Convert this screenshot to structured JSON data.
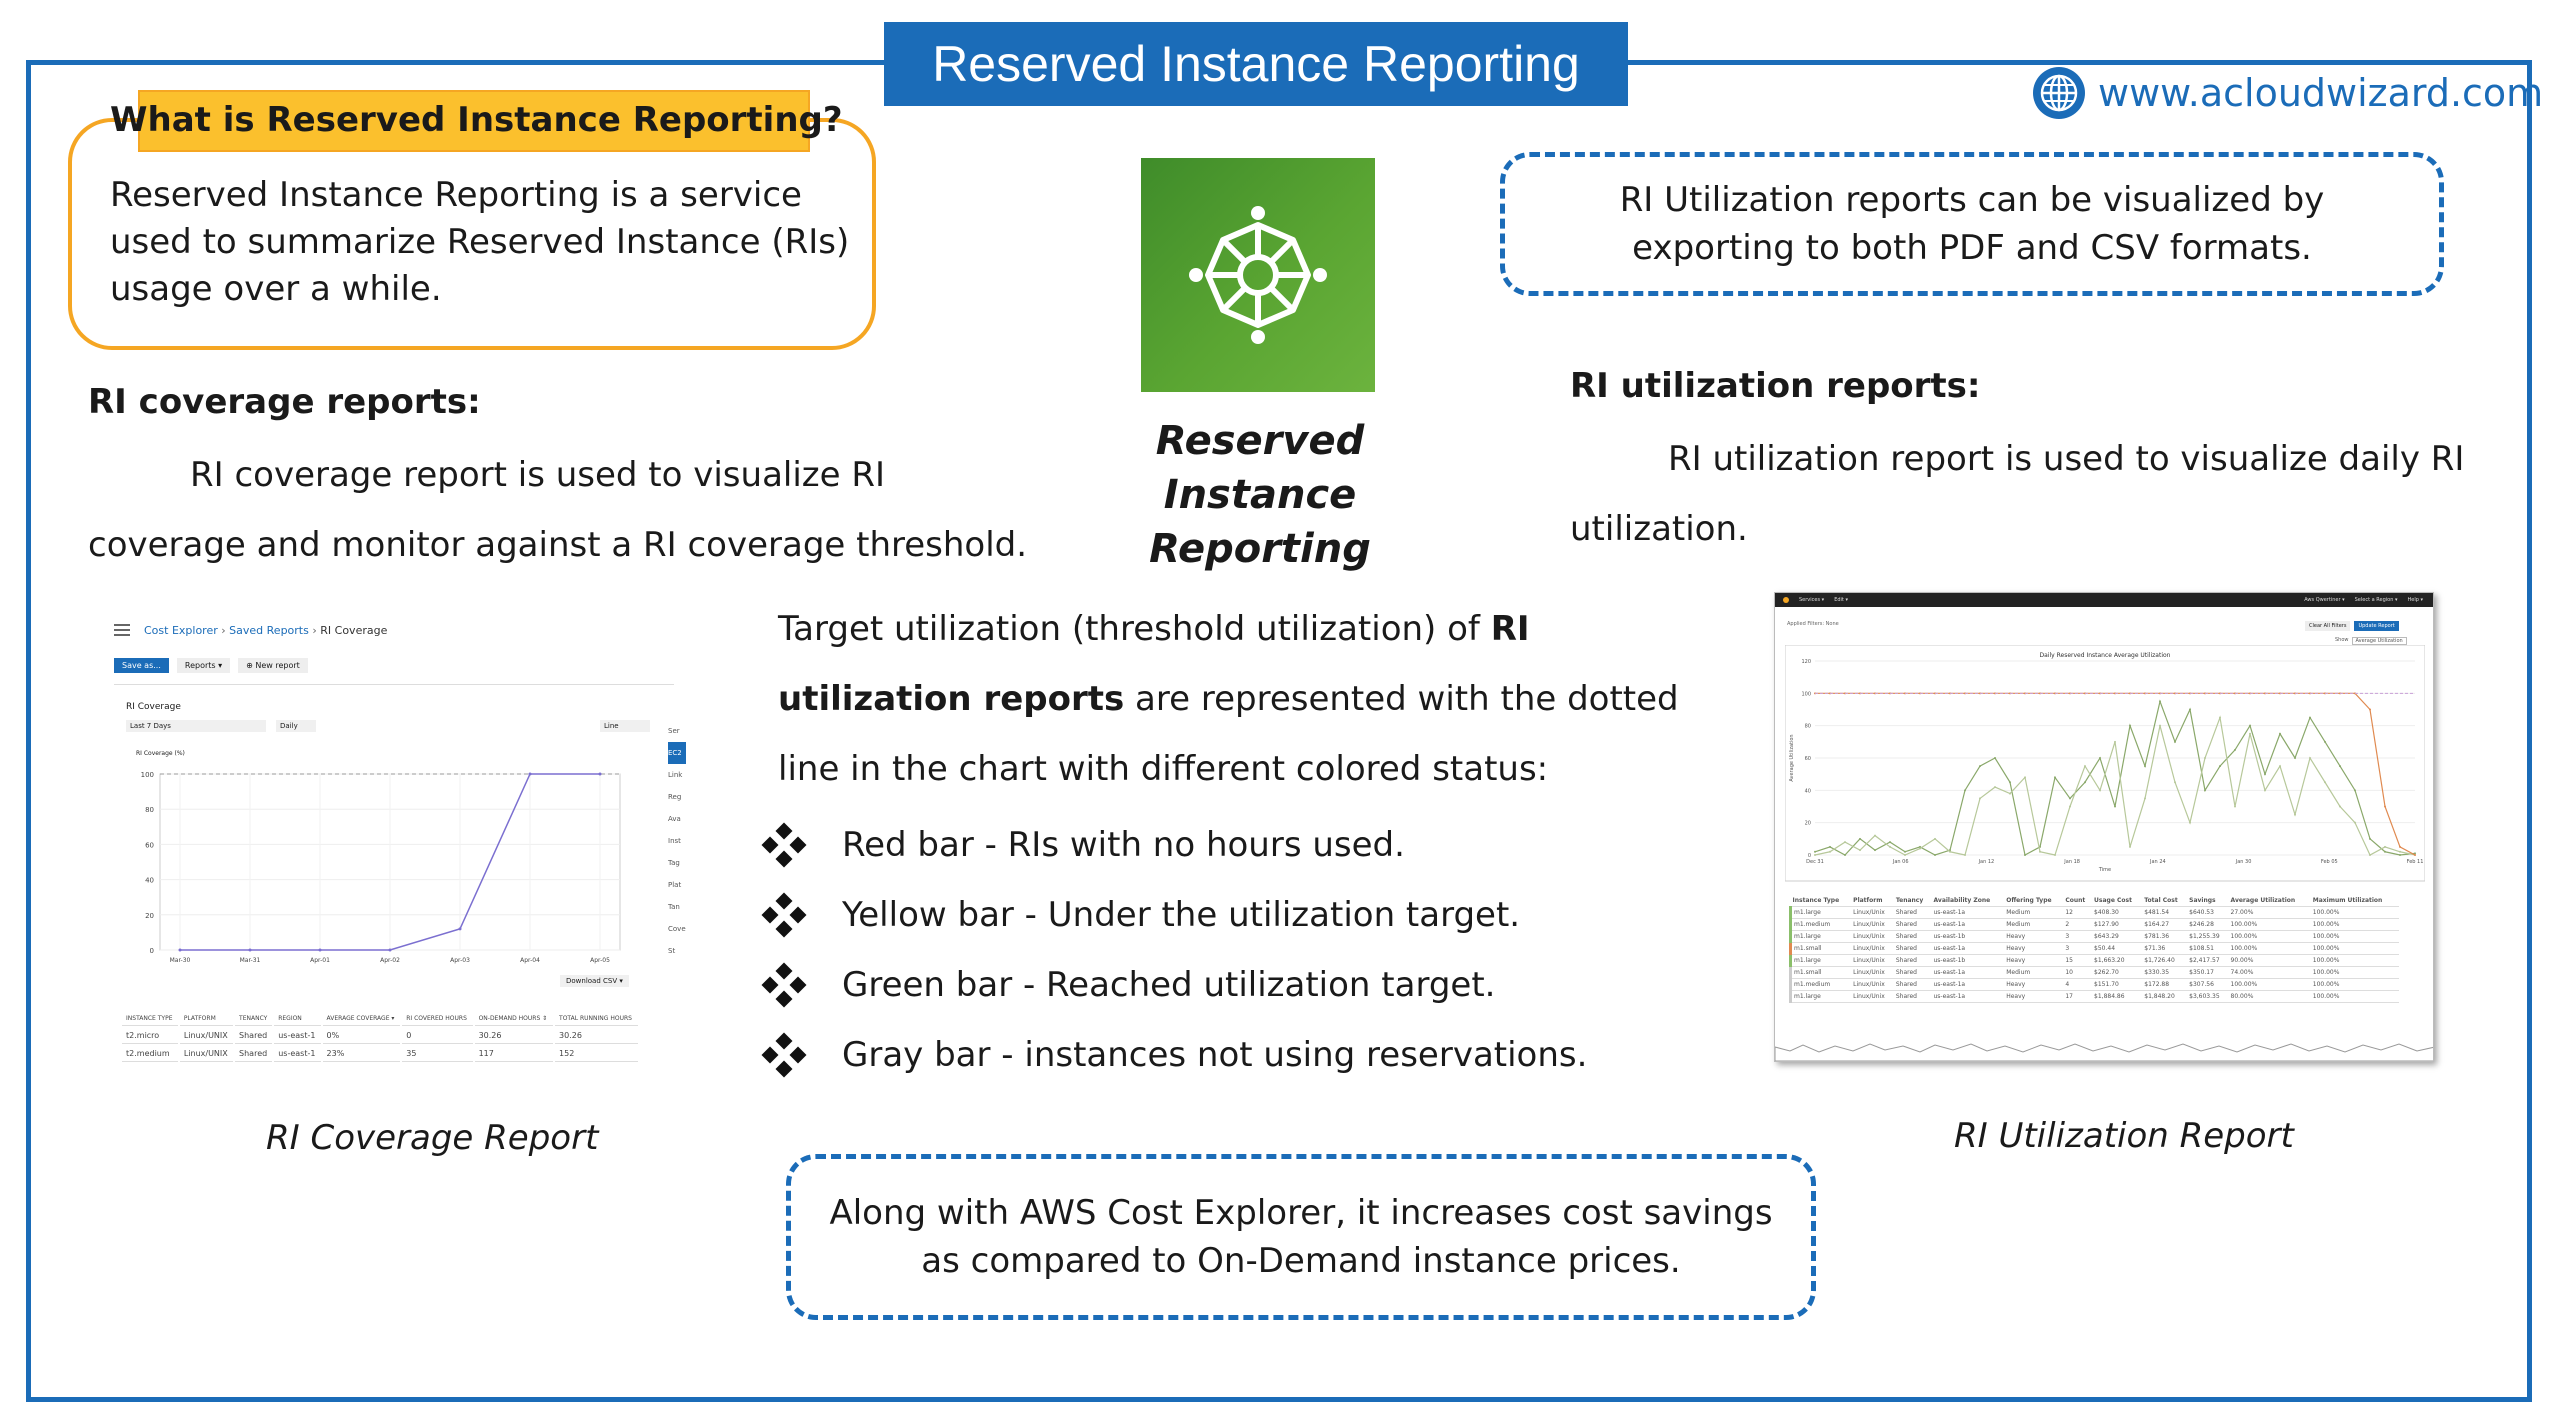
{
  "title": "Reserved Instance Reporting",
  "website": "www.acloudwizard.com",
  "whatis": {
    "heading": "What is Reserved Instance Reporting?",
    "text": "Reserved Instance Reporting is a service used to summarize Reserved Instance (RIs) usage over a while."
  },
  "coverage": {
    "heading": "RI coverage reports:",
    "text_line1": "RI coverage report is used to visualize RI",
    "text_line2": "coverage and monitor against a RI coverage threshold.",
    "caption": "RI Coverage Report"
  },
  "center": {
    "caption_line1": "Reserved Instance",
    "caption_line2": "Reporting"
  },
  "export_note": "RI Utilization reports can be visualized by exporting to both PDF and CSV formats.",
  "utilization": {
    "heading": "RI utilization reports:",
    "text_line1": "RI utilization report is used to visualize daily RI",
    "text_line2": "utilization.",
    "caption": "RI Utilization Report"
  },
  "target": {
    "part1": "Target utilization (threshold utilization) of ",
    "bold": "RI utilization reports",
    "part2": " are represented with the dotted line in the chart with different colored status:"
  },
  "bullets": [
    "Red bar - RIs with no hours used.",
    "Yellow bar - Under the utilization target.",
    "Green bar - Reached utilization target.",
    "Gray bar - instances not using reservations."
  ],
  "savings_note": "Along with AWS Cost Explorer, it increases cost savings as compared to On-Demand instance prices.",
  "coverage_screenshot": {
    "breadcrumb": [
      "Cost Explorer",
      "Saved Reports",
      "RI Coverage"
    ],
    "buttons": [
      "Save as...",
      "Reports ▾",
      "⊕ New report"
    ],
    "panel_title": "RI Coverage",
    "range_select": "Last 7 Days",
    "granularity_select": "Daily",
    "chart_style_select": "Line",
    "chart_label": "RI Coverage (%)",
    "download_button": "Download CSV ▾",
    "side_labels": [
      "Ser",
      "EC2",
      "Link",
      "Reg",
      "Ava",
      "Inst",
      "Tag",
      "Plat",
      "Tan",
      "Cove",
      "St"
    ],
    "chart_data": {
      "type": "line",
      "categories": [
        "Mar-30",
        "Mar-31",
        "Apr-01",
        "Apr-02",
        "Apr-03",
        "Apr-04",
        "Apr-05"
      ],
      "values": [
        0,
        0,
        0,
        0,
        12,
        100,
        100
      ],
      "threshold": 100,
      "ylim": [
        0,
        100
      ],
      "yticks": [
        0,
        20,
        40,
        60,
        80,
        100
      ],
      "ylabel": "RI Coverage (%)"
    },
    "table": {
      "headers": [
        "INSTANCE TYPE",
        "PLATFORM",
        "TENANCY",
        "REGION",
        "AVERAGE COVERAGE ▾",
        "RI COVERED HOURS",
        "ON-DEMAND HOURS ⇕",
        "TOTAL RUNNING HOURS"
      ],
      "rows": [
        [
          "t2.micro",
          "Linux/UNIX",
          "Shared",
          "us-east-1",
          "0%",
          "0",
          "30.26",
          "30.26"
        ],
        [
          "t2.medium",
          "Linux/UNIX",
          "Shared",
          "us-east-1",
          "23%",
          "35",
          "117",
          "152"
        ]
      ]
    }
  },
  "utilization_screenshot": {
    "top_bar": [
      "Services ▾",
      "Edit ▾",
      "Aws Qwertiner ▾",
      "Select a Region ▾",
      "Help ▾"
    ],
    "applied_filters": "Applied Filters: None",
    "buttons": [
      "Clear All Filters",
      "Update Report"
    ],
    "show_label": "Show",
    "show_select": "Average Utilization",
    "chart_data": {
      "type": "line",
      "title": "Daily Reserved Instance Average Utilization",
      "xlabel": "Time",
      "ylabel": "Average Utilization",
      "x_ticks": [
        "Dec 31",
        "Jan 06",
        "Jan 12",
        "Jan 18",
        "Jan 24",
        "Jan 30",
        "Feb 05",
        "Feb 11"
      ],
      "yticks": [
        0,
        20,
        40,
        60,
        80,
        100,
        120
      ],
      "ylim": [
        0,
        120
      ],
      "threshold": 100,
      "series": [
        {
          "values": [
            2,
            5,
            0,
            10,
            3,
            8,
            2,
            5,
            0,
            3,
            40,
            55,
            60,
            45,
            0,
            5,
            48,
            35,
            45,
            60,
            30,
            80,
            55,
            95,
            70,
            90,
            40,
            55,
            65,
            80,
            50,
            75,
            60,
            85,
            70,
            55,
            40,
            10,
            2,
            0,
            1
          ]
        },
        {
          "values": [
            0,
            2,
            8,
            3,
            12,
            5,
            0,
            4,
            10,
            2,
            0,
            35,
            42,
            38,
            48,
            2,
            0,
            30,
            55,
            40,
            70,
            5,
            35,
            80,
            45,
            20,
            60,
            85,
            30,
            75,
            40,
            55,
            25,
            60,
            45,
            30,
            20,
            0,
            5,
            2,
            0
          ]
        },
        {
          "values": [
            100,
            100,
            100,
            100,
            100,
            100,
            100,
            100,
            100,
            100,
            100,
            100,
            100,
            100,
            100,
            100,
            100,
            100,
            100,
            100,
            100,
            100,
            100,
            100,
            100,
            100,
            100,
            100,
            100,
            100,
            100,
            100,
            100,
            100,
            100,
            100,
            100,
            90,
            30,
            5,
            0
          ]
        }
      ]
    },
    "table": {
      "headers": [
        "Instance Type",
        "Platform",
        "Tenancy",
        "Availability Zone",
        "Offering Type",
        "Count",
        "Usage Cost",
        "Total Cost",
        "Savings",
        "Average Utilization",
        "Maximum Utilization"
      ],
      "rows": [
        [
          "m1.large",
          "Linux/Unix",
          "Shared",
          "us-east-1a",
          "Medium",
          "12",
          "$408.30",
          "$481.54",
          "$640.53",
          "27.00%",
          "100.00%"
        ],
        [
          "m1.medium",
          "Linux/Unix",
          "Shared",
          "us-east-1a",
          "Medium",
          "2",
          "$127.90",
          "$164.27",
          "$246.28",
          "100.00%",
          "100.00%"
        ],
        [
          "m1.large",
          "Linux/Unix",
          "Shared",
          "us-east-1b",
          "Heavy",
          "3",
          "$643.29",
          "$781.36",
          "$1,255.39",
          "100.00%",
          "100.00%"
        ],
        [
          "m1.small",
          "Linux/Unix",
          "Shared",
          "us-east-1a",
          "Heavy",
          "3",
          "$50.44",
          "$71.36",
          "$108.51",
          "100.00%",
          "100.00%"
        ],
        [
          "m1.large",
          "Linux/Unix",
          "Shared",
          "us-east-1b",
          "Heavy",
          "15",
          "$1,663.20",
          "$1,726.40",
          "$2,417.57",
          "90.00%",
          "100.00%"
        ],
        [
          "m1.small",
          "Linux/Unix",
          "Shared",
          "us-east-1a",
          "Medium",
          "10",
          "$262.70",
          "$330.35",
          "$350.17",
          "74.00%",
          "100.00%"
        ],
        [
          "m1.medium",
          "Linux/Unix",
          "Shared",
          "us-east-1a",
          "Heavy",
          "4",
          "$151.70",
          "$172.88",
          "$307.56",
          "100.00%",
          "100.00%"
        ],
        [
          "m1.large",
          "Linux/Unix",
          "Shared",
          "us-east-1a",
          "Heavy",
          "17",
          "$1,884.86",
          "$1,848.20",
          "$3,603.35",
          "80.00%",
          "100.00%"
        ]
      ]
    }
  }
}
